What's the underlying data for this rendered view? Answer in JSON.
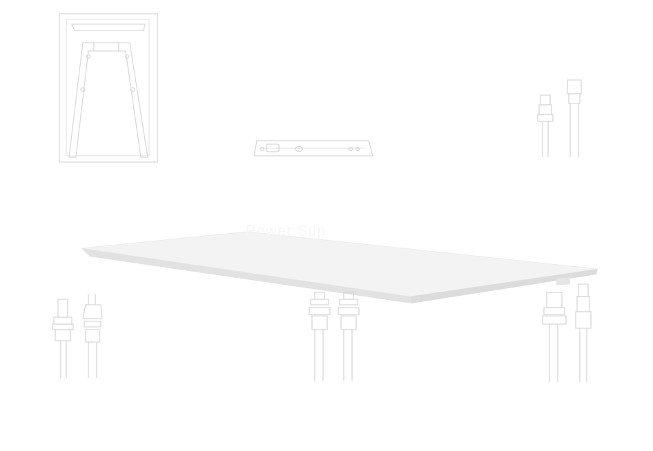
{
  "caption": "Power Sup",
  "colors": {
    "background": "#ffffff",
    "outline": "#d9d9d9",
    "panel_top": "#f3f3f3",
    "panel_edge": "#dcdcdc",
    "caption": "#f6f6f6"
  },
  "components": [
    "leg-frame-illustration",
    "bracket-bar-illustration",
    "tabletop-panel",
    "power-cable-pair-top-right",
    "power-cable-pair-left",
    "power-cable-pair-center",
    "network-cable-pair-right"
  ]
}
